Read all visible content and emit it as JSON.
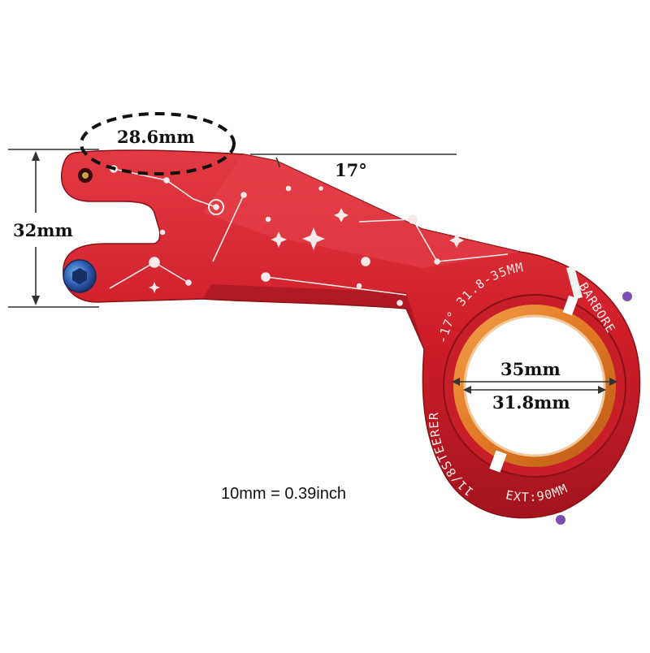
{
  "dimensions": {
    "steerer_clamp_diameter": "28.6mm",
    "stack_height": "32mm",
    "rise_angle": "17°",
    "bar_clamp_outer": "35mm",
    "bar_clamp_inner": "31.8mm"
  },
  "note": "10mm = 0.39inch",
  "engravings": {
    "top_arc": "-17° 31.8-35MM",
    "brand": "BARBORE",
    "left_arc": "11/8STEERER",
    "bottom_arc": "EXT:90MM"
  },
  "colors": {
    "body": "#cf1e28",
    "body_dark": "#9c121a",
    "spacer_ring": "#e9862d",
    "bolt": "#2f5fb3"
  }
}
